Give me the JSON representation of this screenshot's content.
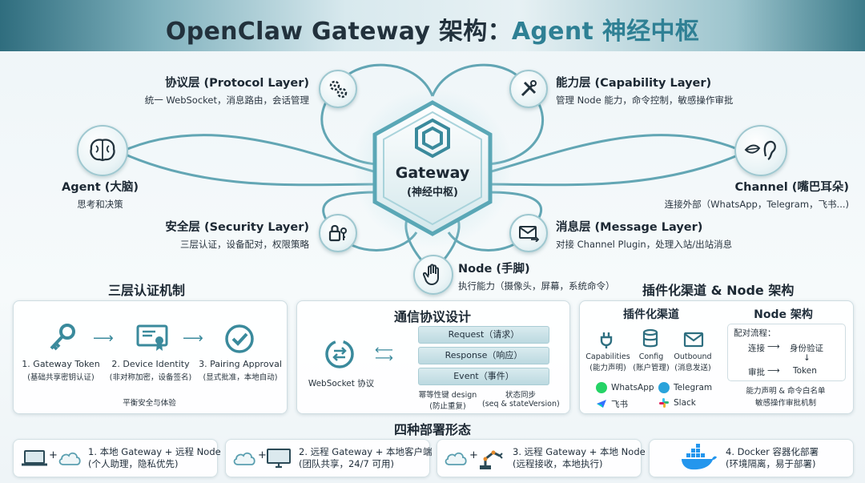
{
  "title": {
    "part1": "OpenClaw Gateway 架构：",
    "part2": "Agent 神经中枢"
  },
  "hub": {
    "name": "Gateway",
    "sub": "(神经中枢)"
  },
  "nodes": {
    "protocol": {
      "title": "协议层 (Protocol Layer)",
      "desc": "统一 WebSocket，消息路由，会话管理"
    },
    "capability": {
      "title": "能力层 (Capability Layer)",
      "desc": "管理 Node 能力，命令控制，敏感操作审批"
    },
    "agent": {
      "title": "Agent (大脑)",
      "desc": "思考和决策"
    },
    "channel": {
      "title": "Channel (嘴巴耳朵)",
      "desc": "连接外部（WhatsApp，Telegram，飞书...)"
    },
    "security": {
      "title": "安全层 (Security Layer)",
      "desc": "三层认证，设备配对，权限策略"
    },
    "message": {
      "title": "消息层 (Message Layer)",
      "desc": "对接 Channel Plugin，处理入站/出站消息"
    },
    "node": {
      "title": "Node (手脚)",
      "desc": "执行能力（摄像头，屏幕，系统命令）"
    }
  },
  "auth": {
    "heading": "三层认证机制",
    "steps": [
      {
        "title": "1. Gateway Token",
        "desc": "(基础共享密钥认证)"
      },
      {
        "title": "2. Device Identity",
        "desc": "(非对称加密，设备签名)"
      },
      {
        "title": "3. Pairing Approval",
        "desc": "(显式批准，本地自动)"
      }
    ],
    "footer": "平衡安全与体验"
  },
  "protocol_design": {
    "heading": "通信协议设计",
    "ws_label": "WebSocket 协议",
    "frames": [
      "Request（请求）",
      "Response（响应）",
      "Event（事件）"
    ],
    "note1_line1": "幂等性键 design",
    "note1_line2": "(防止重复)",
    "note2_line1": "状态同步",
    "note2_line2": "(seq & stateVersion)"
  },
  "plugin": {
    "heading": "插件化渠道 & Node 架构",
    "channels_heading": "插件化渠道",
    "features": [
      {
        "line1": "Capabilities",
        "line2": "(能力声明)"
      },
      {
        "line1": "Config",
        "line2": "(账户管理)"
      },
      {
        "line1": "Outbound",
        "line2": "(消息发送)"
      }
    ],
    "apps": [
      "WhatsApp",
      "Telegram",
      "飞书",
      "Slack"
    ],
    "node_heading": "Node 架构",
    "flow_label": "配对流程：",
    "flow": {
      "connect": "连接",
      "arrow1": "⟶",
      "verify": "身份验证",
      "down": "↓",
      "approve": "审批",
      "arrow2": "⟶",
      "token": "Token"
    },
    "node_note_line1": "能力声明 & 命令白名单",
    "node_note_line2": "敏感操作审批机制"
  },
  "deploy": {
    "heading": "四种部署形态",
    "items": [
      {
        "title": "1. 本地 Gateway + 远程 Node",
        "desc": "(个人助理，隐私优先)"
      },
      {
        "title": "2. 远程 Gateway + 本地客户端",
        "desc": "(团队共享，24/7 可用)"
      },
      {
        "title": "3. 远程 Gateway + 本地 Node",
        "desc": "(远程接收，本地执行)"
      },
      {
        "title": "4. Docker 容器化部署",
        "desc": "(环境隔离，易于部署)"
      }
    ],
    "plus": "+"
  },
  "colors": {
    "accent": "#2f8094",
    "line": "#3d8fa0",
    "dark": "#1c2833"
  }
}
